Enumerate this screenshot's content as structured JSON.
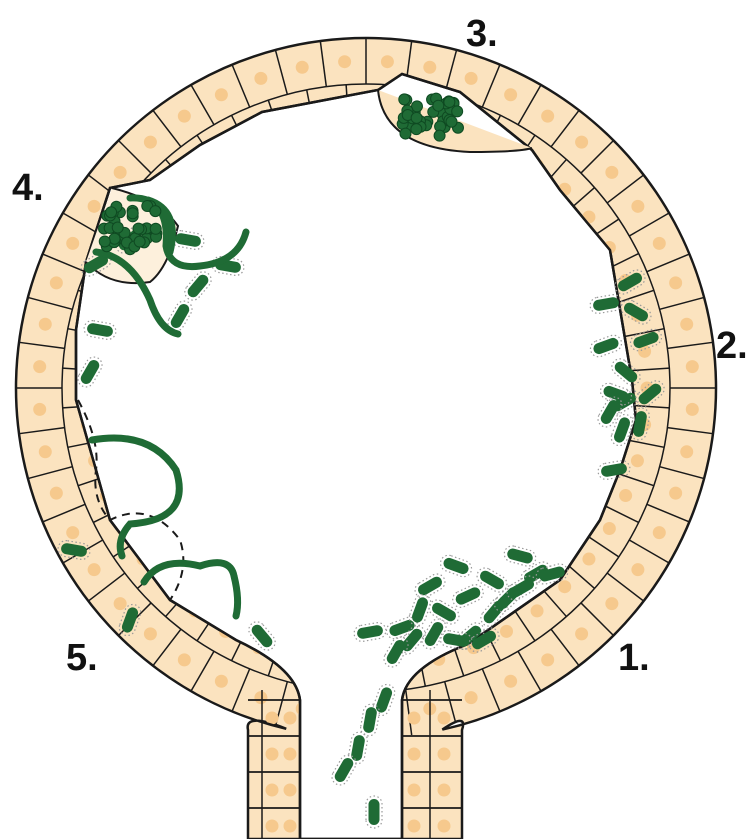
{
  "colors": {
    "epithelium": "#fbe3bf",
    "cell_border": "#1a1a1a",
    "nucleus": "#f6c98d",
    "bacteria": "#1f6b35",
    "bacteria_dark": "#0f4a22",
    "pili": "#9a9a9a",
    "background": "#ffffff"
  },
  "labels": {
    "stage_1": "1.",
    "stage_2": "2.",
    "stage_3": "3.",
    "stage_4": "4.",
    "stage_5": "5."
  },
  "icons": {
    "bacterium": "rod-bacterium-icon",
    "filament": "filamentous-bacterium-icon",
    "cluster": "intracellular-bacterial-community-icon"
  }
}
